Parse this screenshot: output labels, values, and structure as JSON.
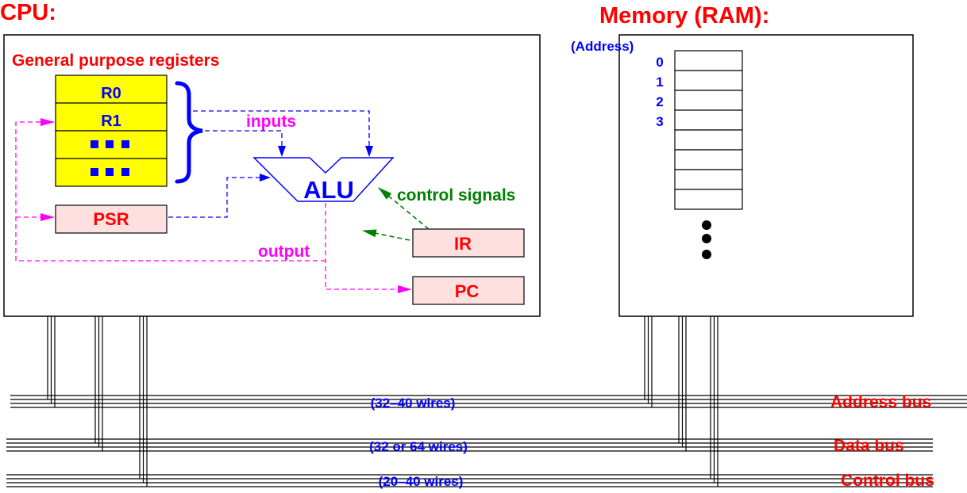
{
  "cpu": {
    "title": "CPU:",
    "registers_label": "General purpose registers",
    "registers": [
      "R0",
      "R1",
      "■■■",
      "■■■"
    ],
    "alu": "ALU",
    "inputs_label": "inputs",
    "output_label": "output",
    "control_label": "control signals",
    "psr": "PSR",
    "ir": "IR",
    "pc": "PC"
  },
  "memory": {
    "title": "Memory (RAM):",
    "address_label": "(Address)",
    "addresses": [
      "0",
      "1",
      "2",
      "3"
    ],
    "cell_count": 8,
    "ellipsis": "•••"
  },
  "buses": [
    {
      "name": "Address bus",
      "wires": "(32–40 wires)"
    },
    {
      "name": "Data bus",
      "wires": "(32 or 64 wires)"
    },
    {
      "name": "Control bus",
      "wires": "(20–40 wires)"
    }
  ],
  "colors": {
    "title": "#ff0000",
    "register_fill": "#ffff00",
    "special_register_fill": "#ffe0e0",
    "data_path": "#0000ff",
    "output_path": "#ff00ff",
    "control_path": "#008000"
  }
}
